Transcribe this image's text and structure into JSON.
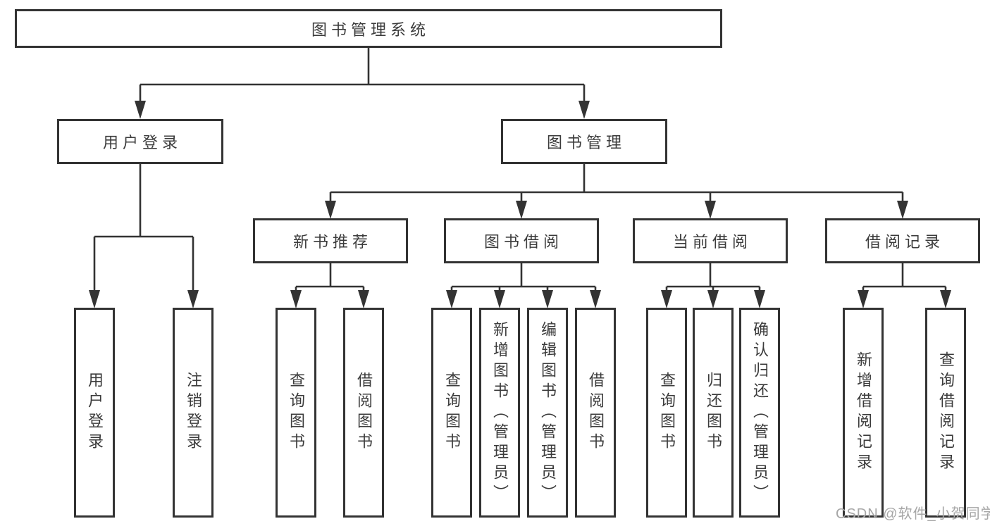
{
  "colors": {
    "line": "#333333",
    "text": "#3b3b3b",
    "watermark": "#a6a6a6",
    "bg": "#ffffff",
    "box_bg": "#ffffff"
  },
  "watermark": "CSDN @软件_小贺同学",
  "tree": {
    "root": {
      "label": "图书管理系统"
    },
    "branches": [
      {
        "label": "用户登录",
        "children": [
          {
            "label": "用户登录"
          },
          {
            "label": "注销登录"
          }
        ]
      },
      {
        "label": "图书管理",
        "groups": [
          {
            "label": "新书推荐",
            "children": [
              {
                "label": "查询图书"
              },
              {
                "label": "借阅图书"
              }
            ]
          },
          {
            "label": "图书借阅",
            "children": [
              {
                "label": "查询图书"
              },
              {
                "label": "新增图书（管理员）"
              },
              {
                "label": "编辑图书（管理员）"
              },
              {
                "label": "借阅图书"
              }
            ]
          },
          {
            "label": "当前借阅",
            "children": [
              {
                "label": "查询图书"
              },
              {
                "label": "归还图书"
              },
              {
                "label": "确认归还（管理员）"
              }
            ]
          },
          {
            "label": "借阅记录",
            "children": [
              {
                "label": "新增借阅记录"
              },
              {
                "label": "查询借阅记录"
              }
            ]
          }
        ]
      }
    ]
  }
}
